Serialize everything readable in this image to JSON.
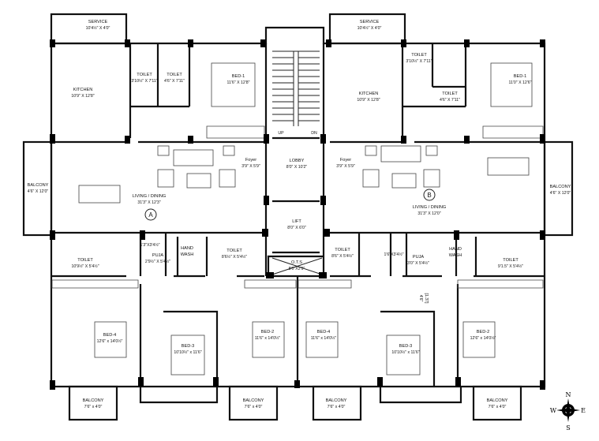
{
  "plan": {
    "core": {
      "lobby": {
        "name": "LOBBY",
        "size": "8'0\" X 10'2\""
      },
      "lift": {
        "name": "LIFT",
        "size": "8'0\" X 6'0\""
      },
      "ots": {
        "name": "O.T.S",
        "size": "8'0\"X2'9\""
      },
      "up": "UP",
      "dn": "DN",
      "dimension": "4'6\"",
      "dimension_m": "[1.37]"
    },
    "unit_a": {
      "marker": "A",
      "service": {
        "name": "SERVICE",
        "size": "10'4½\" X 4'0\""
      },
      "kitchen": {
        "name": "KITCHEN",
        "size": "10'9\" X 12'8\""
      },
      "toilet_1": {
        "name": "TOILET",
        "size": "3'10½\" X 7'11\""
      },
      "toilet_2": {
        "name": "TOILET",
        "size": "4'6\" X 7'11\""
      },
      "bed_1": {
        "name": "BED-1",
        "size": "11'6\" X 12'8\""
      },
      "foyer": {
        "name": "Foyer",
        "size": "3'9\" X 5'9\""
      },
      "balcony_side": {
        "name": "BALCONY",
        "size": "4'6\" X 12'0\""
      },
      "living": {
        "name": "LIVING / DINING",
        "size": "31'3\" X 12'3\""
      },
      "toilet_3": {
        "name": "TOILET",
        "size": "10'9½\" X 5'4½\""
      },
      "duct": {
        "size": "1'3\"X3'4½\""
      },
      "puja": {
        "name": "PUJA",
        "size": "2'9½\" X 5'4½\""
      },
      "hand_wash": {
        "line1": "HAND",
        "line2": "WASH"
      },
      "toilet_4": {
        "name": "TOILET",
        "size": "8'6½\" X 5'4½\""
      },
      "bed_4": {
        "name": "BED-4",
        "size": "12'6\" x 14'0½\""
      },
      "bed_3": {
        "name": "BED-3",
        "size": "10'10½\" x 11'6\""
      },
      "bed_2": {
        "name": "BED-2",
        "size": "11'6\" x 14'0½\""
      },
      "balcony_1": {
        "name": "BALCONY",
        "size": "7'6\" x 4'0\""
      },
      "balcony_2": {
        "name": "BALCONY",
        "size": "7'6\" x 4'0\""
      }
    },
    "unit_b": {
      "marker": "B",
      "service": {
        "name": "SERVICE",
        "size": "10'4½\" X 4'0\""
      },
      "kitchen": {
        "name": "KITCHEN",
        "size": "10'9\" X 12'8\""
      },
      "toilet_1": {
        "name": "TOILET",
        "size": "3'10½\" X 7'11\""
      },
      "toilet_2": {
        "name": "TOILET",
        "size": "4'6\" X 7'11\""
      },
      "bed_1": {
        "name": "BED-1",
        "size": "11'0\" X 12'6\""
      },
      "foyer": {
        "name": "Foyer",
        "size": "3'9\" X 5'9\""
      },
      "balcony_side": {
        "name": "BALCONY",
        "size": "4'6\" X 12'0\""
      },
      "living": {
        "name": "LIVING / DINING",
        "size": "31'3\" X 12'0\""
      },
      "toilet_3": {
        "name": "TOILET",
        "size": "8'6\" X 5'4½\""
      },
      "duct": {
        "size": "1'6\"X3'4½\""
      },
      "puja": {
        "name": "PUJA",
        "size": "3'0\" X 5'4½\""
      },
      "hand_wash": {
        "line1": "HAND",
        "line2": "WASH"
      },
      "toilet_4": {
        "name": "TOILET",
        "size": "9'1.5\" X 5'4½\""
      },
      "bed_4": {
        "name": "BED-4",
        "size": "11'6\" x 14'0½\""
      },
      "bed_3": {
        "name": "BED-3",
        "size": "10'10½\" x 11'6\""
      },
      "bed_2": {
        "name": "BED-2",
        "size": "12'6\" x 14'0½\""
      },
      "balcony_1": {
        "name": "BALCONY",
        "size": "7'6\" x 4'0\""
      },
      "balcony_2": {
        "name": "BALCONY",
        "size": "7'6\" x 4'0\""
      }
    },
    "compass": {
      "n": "N",
      "s": "S",
      "e": "E",
      "w": "W"
    }
  }
}
